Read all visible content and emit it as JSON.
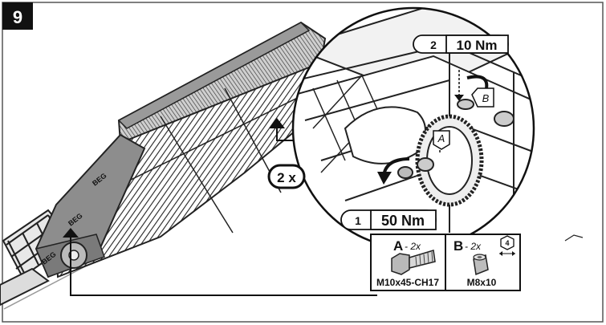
{
  "step": {
    "number": "9"
  },
  "repeat": {
    "label": "2 x"
  },
  "torques": [
    {
      "order": "1",
      "value": "50 Nm"
    },
    {
      "order": "2",
      "value": "10 Nm"
    }
  ],
  "callouts": {
    "a": "A",
    "b": "B"
  },
  "parts": [
    {
      "letter": "A",
      "qty": "- 2x",
      "code": "M10x45-CH17"
    },
    {
      "letter": "B",
      "qty": "- 2x",
      "code": "M8x10",
      "tool": "4"
    }
  ],
  "brand_marks": [
    "BEG",
    "BEG",
    "BEG"
  ],
  "colors": {
    "ink": "#111111",
    "frame": "#555555",
    "gray": "#b9b9b9"
  },
  "icons": [
    "bolt-icon",
    "sleeve-nut-icon",
    "hex-key-icon",
    "rotate-arrow-icon"
  ]
}
